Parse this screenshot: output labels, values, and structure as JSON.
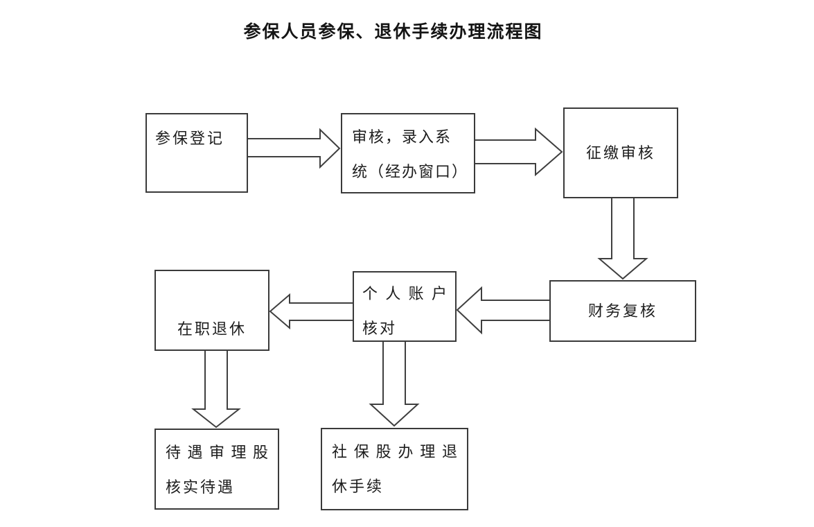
{
  "title": "参保人员参保、退休手续办理流程图",
  "diagram": {
    "type": "flowchart",
    "nodes": [
      {
        "id": "register",
        "label": "参保登记",
        "lines": [
          "参保登记"
        ]
      },
      {
        "id": "review",
        "label": "审核，录入系统（经办窗口）",
        "lines": [
          "审核，录入系",
          "统（经办窗口）"
        ]
      },
      {
        "id": "collection",
        "label": "征缴审核",
        "lines": [
          "征缴审核"
        ]
      },
      {
        "id": "finance",
        "label": "财务复核",
        "lines": [
          "财务复核"
        ]
      },
      {
        "id": "account",
        "label": "个人账户核对",
        "lines": [
          "个人账户",
          "核对"
        ]
      },
      {
        "id": "retire",
        "label": "在职退休",
        "lines": [
          "在职退休"
        ]
      },
      {
        "id": "treatment",
        "label": "待遇审理股核实待遇",
        "lines": [
          "待遇审理股",
          "核实待遇"
        ]
      },
      {
        "id": "social",
        "label": "社保股办理退休手续",
        "lines": [
          "社保股办理退",
          "休手续"
        ]
      }
    ],
    "edges": [
      {
        "from": "参保登记",
        "to": "审核，录入系统（经办窗口）",
        "direction": "right"
      },
      {
        "from": "审核，录入系统（经办窗口）",
        "to": "征缴审核",
        "direction": "right"
      },
      {
        "from": "征缴审核",
        "to": "财务复核",
        "direction": "down"
      },
      {
        "from": "财务复核",
        "to": "个人账户核对",
        "direction": "left"
      },
      {
        "from": "个人账户核对",
        "to": "在职退休",
        "direction": "left"
      },
      {
        "from": "在职退休",
        "to": "待遇审理股核实待遇",
        "direction": "down"
      },
      {
        "from": "个人账户核对",
        "to": "社保股办理退休手续",
        "direction": "down"
      }
    ],
    "colors": {
      "background": "#ffffff",
      "box_fill": "#ffffff",
      "box_border": "#3a3a3a",
      "arrow_stroke": "#3f3f3f",
      "text": "#1d1d1d"
    }
  }
}
